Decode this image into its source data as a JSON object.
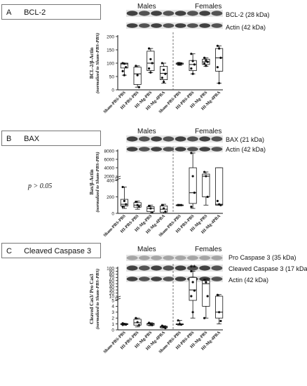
{
  "panels": [
    {
      "letter": "A",
      "name": "BCL-2",
      "males": "Males",
      "females": "Females",
      "bands": [
        "BCL-2 (28 kDa)",
        "Actin (42 kDa)"
      ],
      "ylabel": "BCL-2/β-Actin",
      "ylabel2": "(normalized to Sham-PBS-PBS)"
    },
    {
      "letter": "B",
      "name": "BAX",
      "males": "Males",
      "females": "Females",
      "bands": [
        "BAX (21 kDa)",
        "Actin (42 kDa)"
      ],
      "ylabel": "Bax/β-Actin",
      "ylabel2": "(normalized to Sham-PBS-PBS)",
      "pvalue": "p > 0.05"
    },
    {
      "letter": "C",
      "name": "Cleaved Caspase 3",
      "males": "Males",
      "females": "Females",
      "bands": [
        "Pro Caspase 3 (35 kDa)",
        "Cleaved Caspase 3 (17 kDa)",
        "Actin (42 kDa)"
      ],
      "ylabel": "Cleaved Cas3/ Pro Cas3",
      "ylabel2": "(normalized to Sham-PBS-PBS)",
      "annotation": "**"
    }
  ],
  "chart_data": [
    {
      "type": "box",
      "panel": "A",
      "categories": [
        "Sham-PBS-PBS",
        "HI-PBS-PBS",
        "HI-Mg-PBS",
        "HI-Mg-4PBA",
        "Sham-PBS-PBS",
        "HI-PBS-PBS",
        "HI-Mg-PBS",
        "HI-Mg-4PBA"
      ],
      "yticks": [
        "0",
        "50",
        "100",
        "150",
        "200"
      ],
      "ylim": [
        0,
        200
      ],
      "boxes": [
        {
          "min": 55,
          "q1": 82,
          "med": 97,
          "q3": 100,
          "max": 100,
          "points": [
            100,
            98,
            85,
            70,
            55
          ]
        },
        {
          "min": 10,
          "q1": 20,
          "med": 60,
          "q3": 85,
          "max": 90,
          "points": [
            90,
            55,
            10
          ]
        },
        {
          "min": 65,
          "q1": 72,
          "med": 100,
          "q3": 145,
          "max": 155,
          "points": [
            155,
            115,
            100,
            80,
            65
          ]
        },
        {
          "min": 25,
          "q1": 38,
          "med": 62,
          "q3": 88,
          "max": 100,
          "points": [
            100,
            75,
            60,
            45,
            30
          ]
        },
        {
          "min": 92,
          "q1": 96,
          "med": 100,
          "q3": 100,
          "max": 102,
          "points": [
            100,
            100,
            98,
            97,
            95
          ]
        },
        {
          "min": 60,
          "q1": 72,
          "med": 95,
          "q3": 110,
          "max": 135,
          "points": [
            135,
            108,
            95,
            80,
            60
          ]
        },
        {
          "min": 88,
          "q1": 95,
          "med": 105,
          "q3": 115,
          "max": 120,
          "points": [
            120,
            110,
            105,
            98,
            90
          ]
        },
        {
          "min": 25,
          "q1": 70,
          "med": 120,
          "q3": 155,
          "max": 165,
          "points": [
            165,
            155,
            120,
            85,
            25
          ]
        }
      ]
    },
    {
      "type": "box",
      "panel": "B",
      "categories": [
        "Sham-PBS-PBS",
        "HI-PBS-PBS",
        "HI-Mg-PBS",
        "HI-Mg-4PBA",
        "Sham-PBS-PBS",
        "HI-PBS-PBS",
        "HI-Mg-PBS",
        "HI-Mg-4PBA"
      ],
      "yticks": [
        "0",
        "200",
        "400",
        "2000",
        "4000",
        "6000",
        "8000"
      ],
      "ylim": [
        0,
        8000
      ],
      "axis_break": [
        400,
        2000
      ],
      "boxes": [
        {
          "min": 60,
          "q1": 90,
          "med": 110,
          "q3": 170,
          "max": 320,
          "points": [
            320,
            150,
            110,
            80
          ]
        },
        {
          "min": 50,
          "q1": 75,
          "med": 100,
          "q3": 130,
          "max": 150,
          "points": [
            140,
            100,
            80
          ]
        },
        {
          "min": 0,
          "q1": 20,
          "med": 60,
          "q3": 80,
          "max": 100,
          "points": [
            90,
            60,
            10
          ]
        },
        {
          "min": 0,
          "q1": 15,
          "med": 50,
          "q3": 90,
          "max": 110,
          "points": [
            100,
            60,
            20
          ]
        },
        {
          "min": 98,
          "q1": 100,
          "med": 100,
          "q3": 102,
          "max": 105,
          "points": [
            100,
            100,
            100,
            100
          ]
        },
        {
          "min": 60,
          "q1": 120,
          "med": 250,
          "q3": 4000,
          "max": 7500,
          "points": [
            7500,
            600,
            250,
            80
          ]
        },
        {
          "min": 100,
          "q1": 200,
          "med": 500,
          "q3": 2500,
          "max": 3000,
          "points": [
            3000,
            1500,
            200
          ]
        },
        {
          "min": 100,
          "q1": 100,
          "med": 110,
          "q3": 4000,
          "max": 4000,
          "points": [
            150,
            110,
            100
          ]
        }
      ]
    },
    {
      "type": "box",
      "panel": "C",
      "categories": [
        "Sham-PBS-PBS",
        "HI-PBS-PBS",
        "HI-Mg-PBS",
        "HI-Mg-4PBA",
        "Sham-PBS-PBS",
        "HI-PBS-PBS",
        "HI-Mg-PBS",
        "HI-Mg-4PBA"
      ],
      "yticks": [
        "0",
        "1",
        "2",
        "3",
        "4",
        "5",
        "10",
        "20",
        "30",
        "40",
        "50",
        "60",
        "70",
        "80",
        "90",
        "100"
      ],
      "ylim": [
        0,
        100
      ],
      "axis_break": [
        5,
        10
      ],
      "boxes": [
        {
          "min": 0.8,
          "q1": 0.9,
          "med": 1.0,
          "q3": 1.05,
          "max": 1.1,
          "points": [
            1.1,
            1.0,
            0.9,
            0.85
          ]
        },
        {
          "min": 0.5,
          "q1": 0.8,
          "med": 1.2,
          "q3": 1.8,
          "max": 2.0,
          "points": [
            2.0,
            1.3,
            0.8
          ]
        },
        {
          "min": 0.7,
          "q1": 0.8,
          "med": 1.0,
          "q3": 1.1,
          "max": 1.2,
          "points": [
            1.2,
            1.0,
            0.8
          ]
        },
        {
          "min": 0.3,
          "q1": 0.35,
          "med": 0.5,
          "q3": 0.6,
          "max": 0.7,
          "points": [
            0.7,
            0.5,
            0.3
          ]
        },
        {
          "min": 0.8,
          "q1": 0.9,
          "med": 1.0,
          "q3": 1.0,
          "max": 1.6,
          "points": [
            1.6,
            1.0,
            0.9
          ]
        },
        {
          "min": 2,
          "q1": 5,
          "med": 30,
          "q3": 70,
          "max": 90,
          "points": [
            90,
            55,
            28,
            10,
            3
          ]
        },
        {
          "min": 2,
          "q1": 4,
          "med": 50,
          "q3": 60,
          "max": 65,
          "points": [
            62,
            55,
            10,
            2
          ]
        },
        {
          "min": 1,
          "q1": 2,
          "med": 3,
          "q3": 8,
          "max": 15,
          "points": [
            14,
            3,
            1.5
          ]
        }
      ]
    }
  ],
  "colors": {
    "ink": "#111111",
    "blot_dark": "#2a2a2a",
    "blot_light": "#bdbdbd",
    "divider": "#555555"
  }
}
